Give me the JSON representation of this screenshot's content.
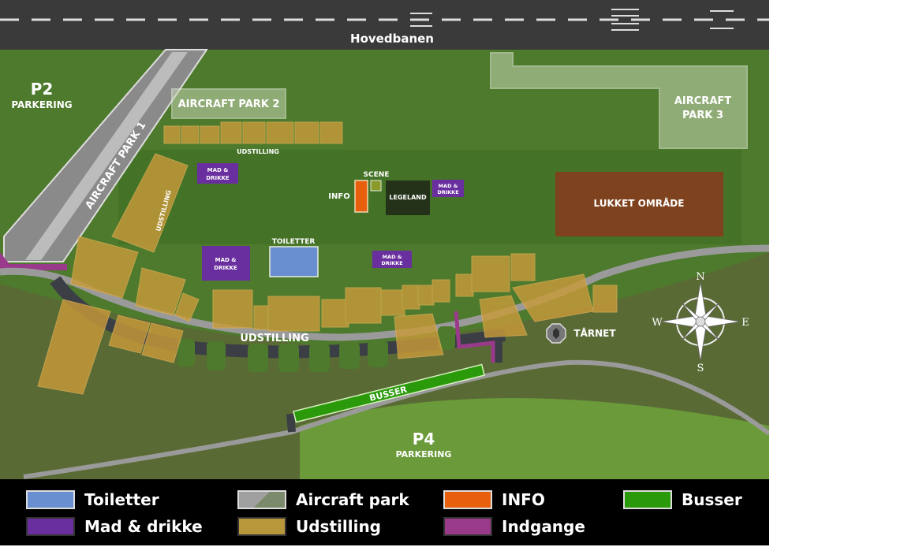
{
  "map": {
    "runway_label": "Hovedbanen",
    "p2": {
      "title": "P2",
      "subtitle": "PARKERING"
    },
    "p4": {
      "title": "P4",
      "subtitle": "PARKERING"
    },
    "aircraft_park_1": "AIRCRAFT PARK 1",
    "aircraft_park_2": "AIRCRAFT PARK 2",
    "aircraft_park_3_line1": "AIRCRAFT",
    "aircraft_park_3_line2": "PARK 3",
    "udstilling_top": "UDSTILLING",
    "udstilling_left": "UDSTILLING",
    "udstilling_main": "UDSTILLING",
    "mad_line1": "MAD &",
    "mad_line2": "DRIKKE",
    "scene": "SCENE",
    "info": "INFO",
    "legeland": "LEGELAND",
    "toiletter": "TOILETTER",
    "lukket": "LUKKET OMRÅDE",
    "taarnet": "TÅRNET",
    "busser": "BUSSER",
    "compass": {
      "n": "N",
      "s": "S",
      "e": "E",
      "w": "W"
    }
  },
  "legend": [
    {
      "label": "Toiletter",
      "color": "#6a8fd0"
    },
    {
      "label": "Aircraft park",
      "color": "#8f9a80"
    },
    {
      "label": "INFO",
      "color": "#e8600e"
    },
    {
      "label": "Busser",
      "color": "#2a9a0a"
    },
    {
      "label": "Mad & drikke",
      "color": "#6a2f9e"
    },
    {
      "label": "Udstilling",
      "color": "#b8963a"
    },
    {
      "label": "Indgange",
      "color": "#9a3a8a"
    }
  ]
}
